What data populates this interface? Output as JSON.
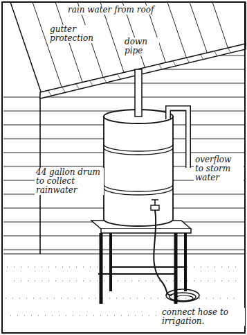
{
  "diagram": {
    "labels": [
      "rain water from roof",
      "gutter protection",
      "down pipe",
      "44 gallon drum to collect rainwater",
      "overflow to storm water",
      "connect hose to irrigation."
    ]
  }
}
